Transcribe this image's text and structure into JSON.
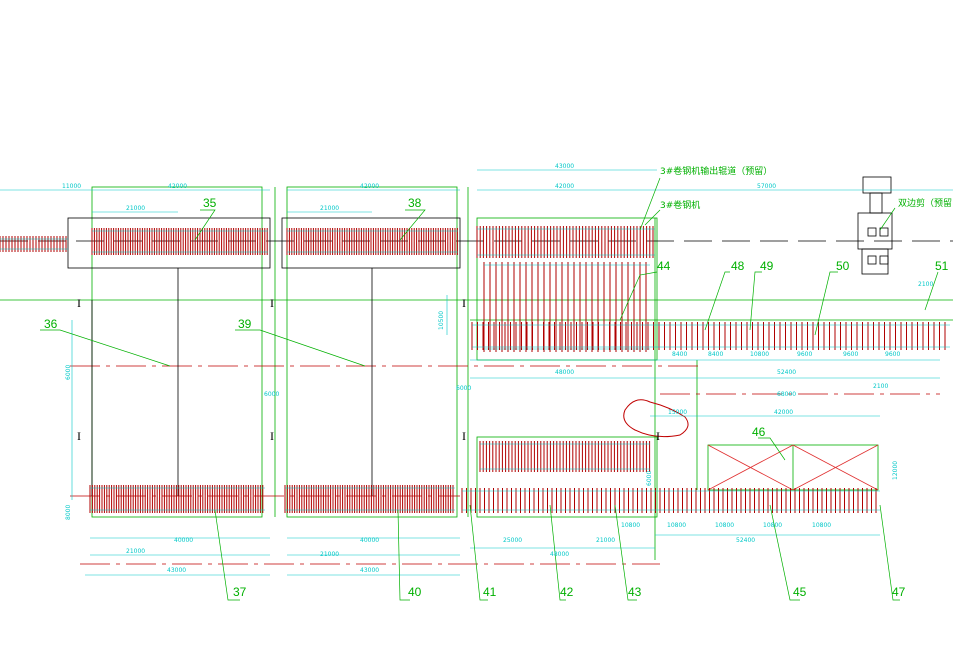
{
  "palette": {
    "dimension": "#00c8c8",
    "label": "#00b000",
    "roller": "#b00000",
    "centerline": "#c00000",
    "outline": "#000000",
    "hatch": "#e03030"
  },
  "labels": {
    "l35": "35",
    "l36": "36",
    "l37": "37",
    "l38": "38",
    "l39": "39",
    "l40": "40",
    "l41": "41",
    "l42": "42",
    "l43": "43",
    "l44": "44",
    "l45": "45",
    "l46": "46",
    "l47": "47",
    "l48": "48",
    "l49": "49",
    "l50": "50",
    "l51": "51"
  },
  "notes": {
    "coiler_exit_reserved": "3#卷钢机输出辊道（预留）",
    "coiler3": "3#卷钢机",
    "double_trim_shear": "双边剪（预留"
  },
  "dims": {
    "d11000": "11000",
    "d42000a": "42000",
    "d42000b": "42000",
    "d43000top": "43000",
    "d42000c": "42000",
    "d57000": "57000",
    "d21000a": "21000",
    "d21000b": "21000",
    "d6000a": "6000",
    "d6000b": "6000",
    "d6000c": "6000",
    "d10500": "10500",
    "d8400a": "8400",
    "d8400b": "8400",
    "d10800t": "10800",
    "d9600a": "9600",
    "d9600b": "9600",
    "d9600c": "9600",
    "d52400": "52400",
    "d68000": "68000",
    "d2100a": "2100",
    "d2100b": "2100",
    "d48000mid": "48000",
    "d15000": "15000",
    "d42000d": "42000",
    "d12000": "12000",
    "d6000left": "6000",
    "d40000a": "40000",
    "d40000b": "40000",
    "d21000c": "21000",
    "d21000d": "21000",
    "d43000a": "43000",
    "d43000b": "43000",
    "d25000": "25000",
    "d21000e": "21000",
    "d48000bot": "48000",
    "d10800a": "10800",
    "d10800b": "10800",
    "d10800c": "10800",
    "d10800d": "10800",
    "d10800e": "10800",
    "d52400b": "52400",
    "d8000": "8000"
  },
  "ibeam": "I"
}
